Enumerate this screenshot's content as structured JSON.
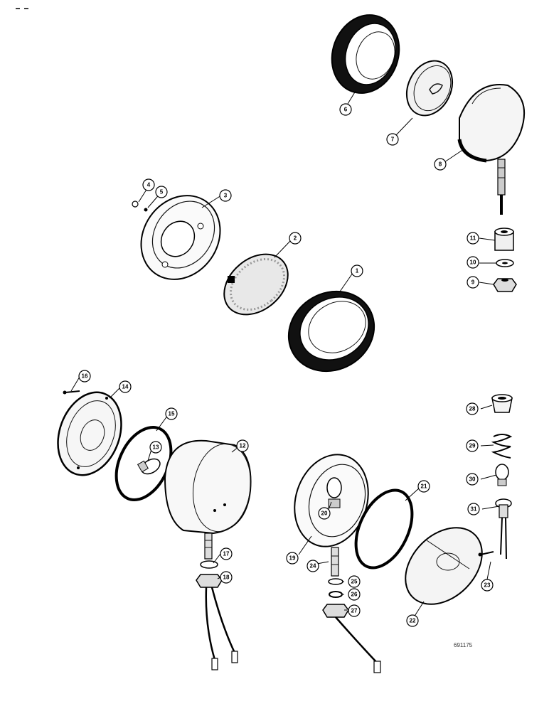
{
  "drawing_ref": "691175",
  "callouts": {
    "c1": "1",
    "c2": "2",
    "c3": "3",
    "c4": "4",
    "c5": "5",
    "c6": "6",
    "c7": "7",
    "c8": "8",
    "c9": "9",
    "c10": "10",
    "c11": "11",
    "c12": "12",
    "c13": "13",
    "c14": "14",
    "c15": "15",
    "c16": "16",
    "c17": "17",
    "c18": "18",
    "c19": "19",
    "c20": "20",
    "c21": "21",
    "c22": "22",
    "c23": "23",
    "c24": "24",
    "c25": "25",
    "c26": "26",
    "c27": "27",
    "c28": "28",
    "c29": "29",
    "c30": "30",
    "c31": "31"
  },
  "colors": {
    "ink": "#111111",
    "paper": "#ffffff",
    "lens_fill": "#e8e8e8"
  }
}
